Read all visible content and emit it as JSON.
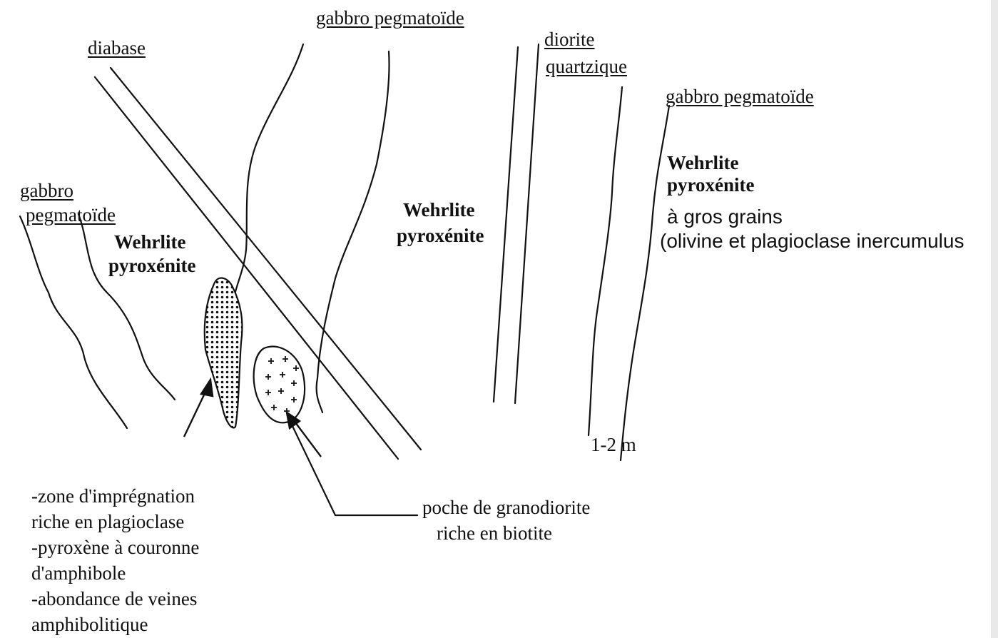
{
  "labels": {
    "gabbro_top": "gabbro pegmatoïde",
    "diabase": "diabase",
    "diorite": "diorite",
    "quartzique": "quartzique",
    "gabbro_right": "gabbro pegmatoïde",
    "gabbro_left_1": "gabbro",
    "gabbro_left_2": "pegmatoïde",
    "wehrlite_left_1": "Wehrlite",
    "wehrlite_left_2": "pyroxénite",
    "wehrlite_mid_1": "Wehrlite",
    "wehrlite_mid_2": "pyroxénite",
    "wehrlite_right_1": "Wehrlite",
    "wehrlite_right_2": "pyroxénite",
    "gros_grains": "à gros grains",
    "olivine": "(olivine et plagioclase inercumulus",
    "scale": "1-2 m",
    "zone_1": "-zone d'imprégnation",
    "zone_2": "riche en plagioclase",
    "zone_3": "-pyroxène à couronne",
    "zone_4": "d'amphibole",
    "zone_5": "-abondance de veines",
    "zone_6": "amphibolitique",
    "poche_1": "poche de granodiorite",
    "poche_2": "riche en biotite"
  },
  "colors": {
    "ink": "#111111",
    "background": "#ffffff"
  }
}
